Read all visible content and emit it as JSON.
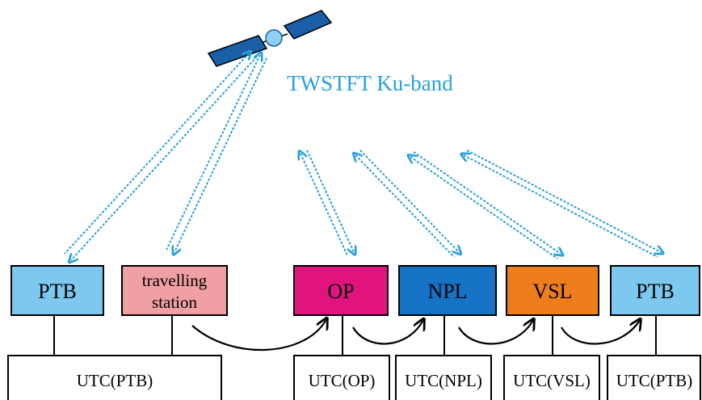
{
  "title": "TWSTFT Ku-band",
  "stations": {
    "ptb_left": {
      "label": "PTB",
      "color": "#7cc8ef"
    },
    "travelling": {
      "label_line1": "travelling",
      "label_line2": "station",
      "color": "#f0a0a4"
    },
    "op": {
      "label": "OP",
      "color": "#e1137f"
    },
    "npl": {
      "label": "NPL",
      "color": "#1572c4"
    },
    "vsl": {
      "label": "VSL",
      "color": "#ee7d1c"
    },
    "ptb_right": {
      "label": "PTB",
      "color": "#7cc8ef"
    }
  },
  "timescales": {
    "utc_ptb_left": "UTC(PTB)",
    "utc_op": "UTC(OP)",
    "utc_npl": "UTC(NPL)",
    "utc_vsl": "UTC(VSL)",
    "utc_ptb_right": "UTC(PTB)"
  },
  "colors": {
    "link": "#2a9fdc",
    "title": "#2a9fdc",
    "satellite_panel": "#1a5fa8",
    "satellite_body": "#8fd0f2",
    "outline": "#000000"
  },
  "icons": {
    "satellite": "satellite-icon"
  }
}
